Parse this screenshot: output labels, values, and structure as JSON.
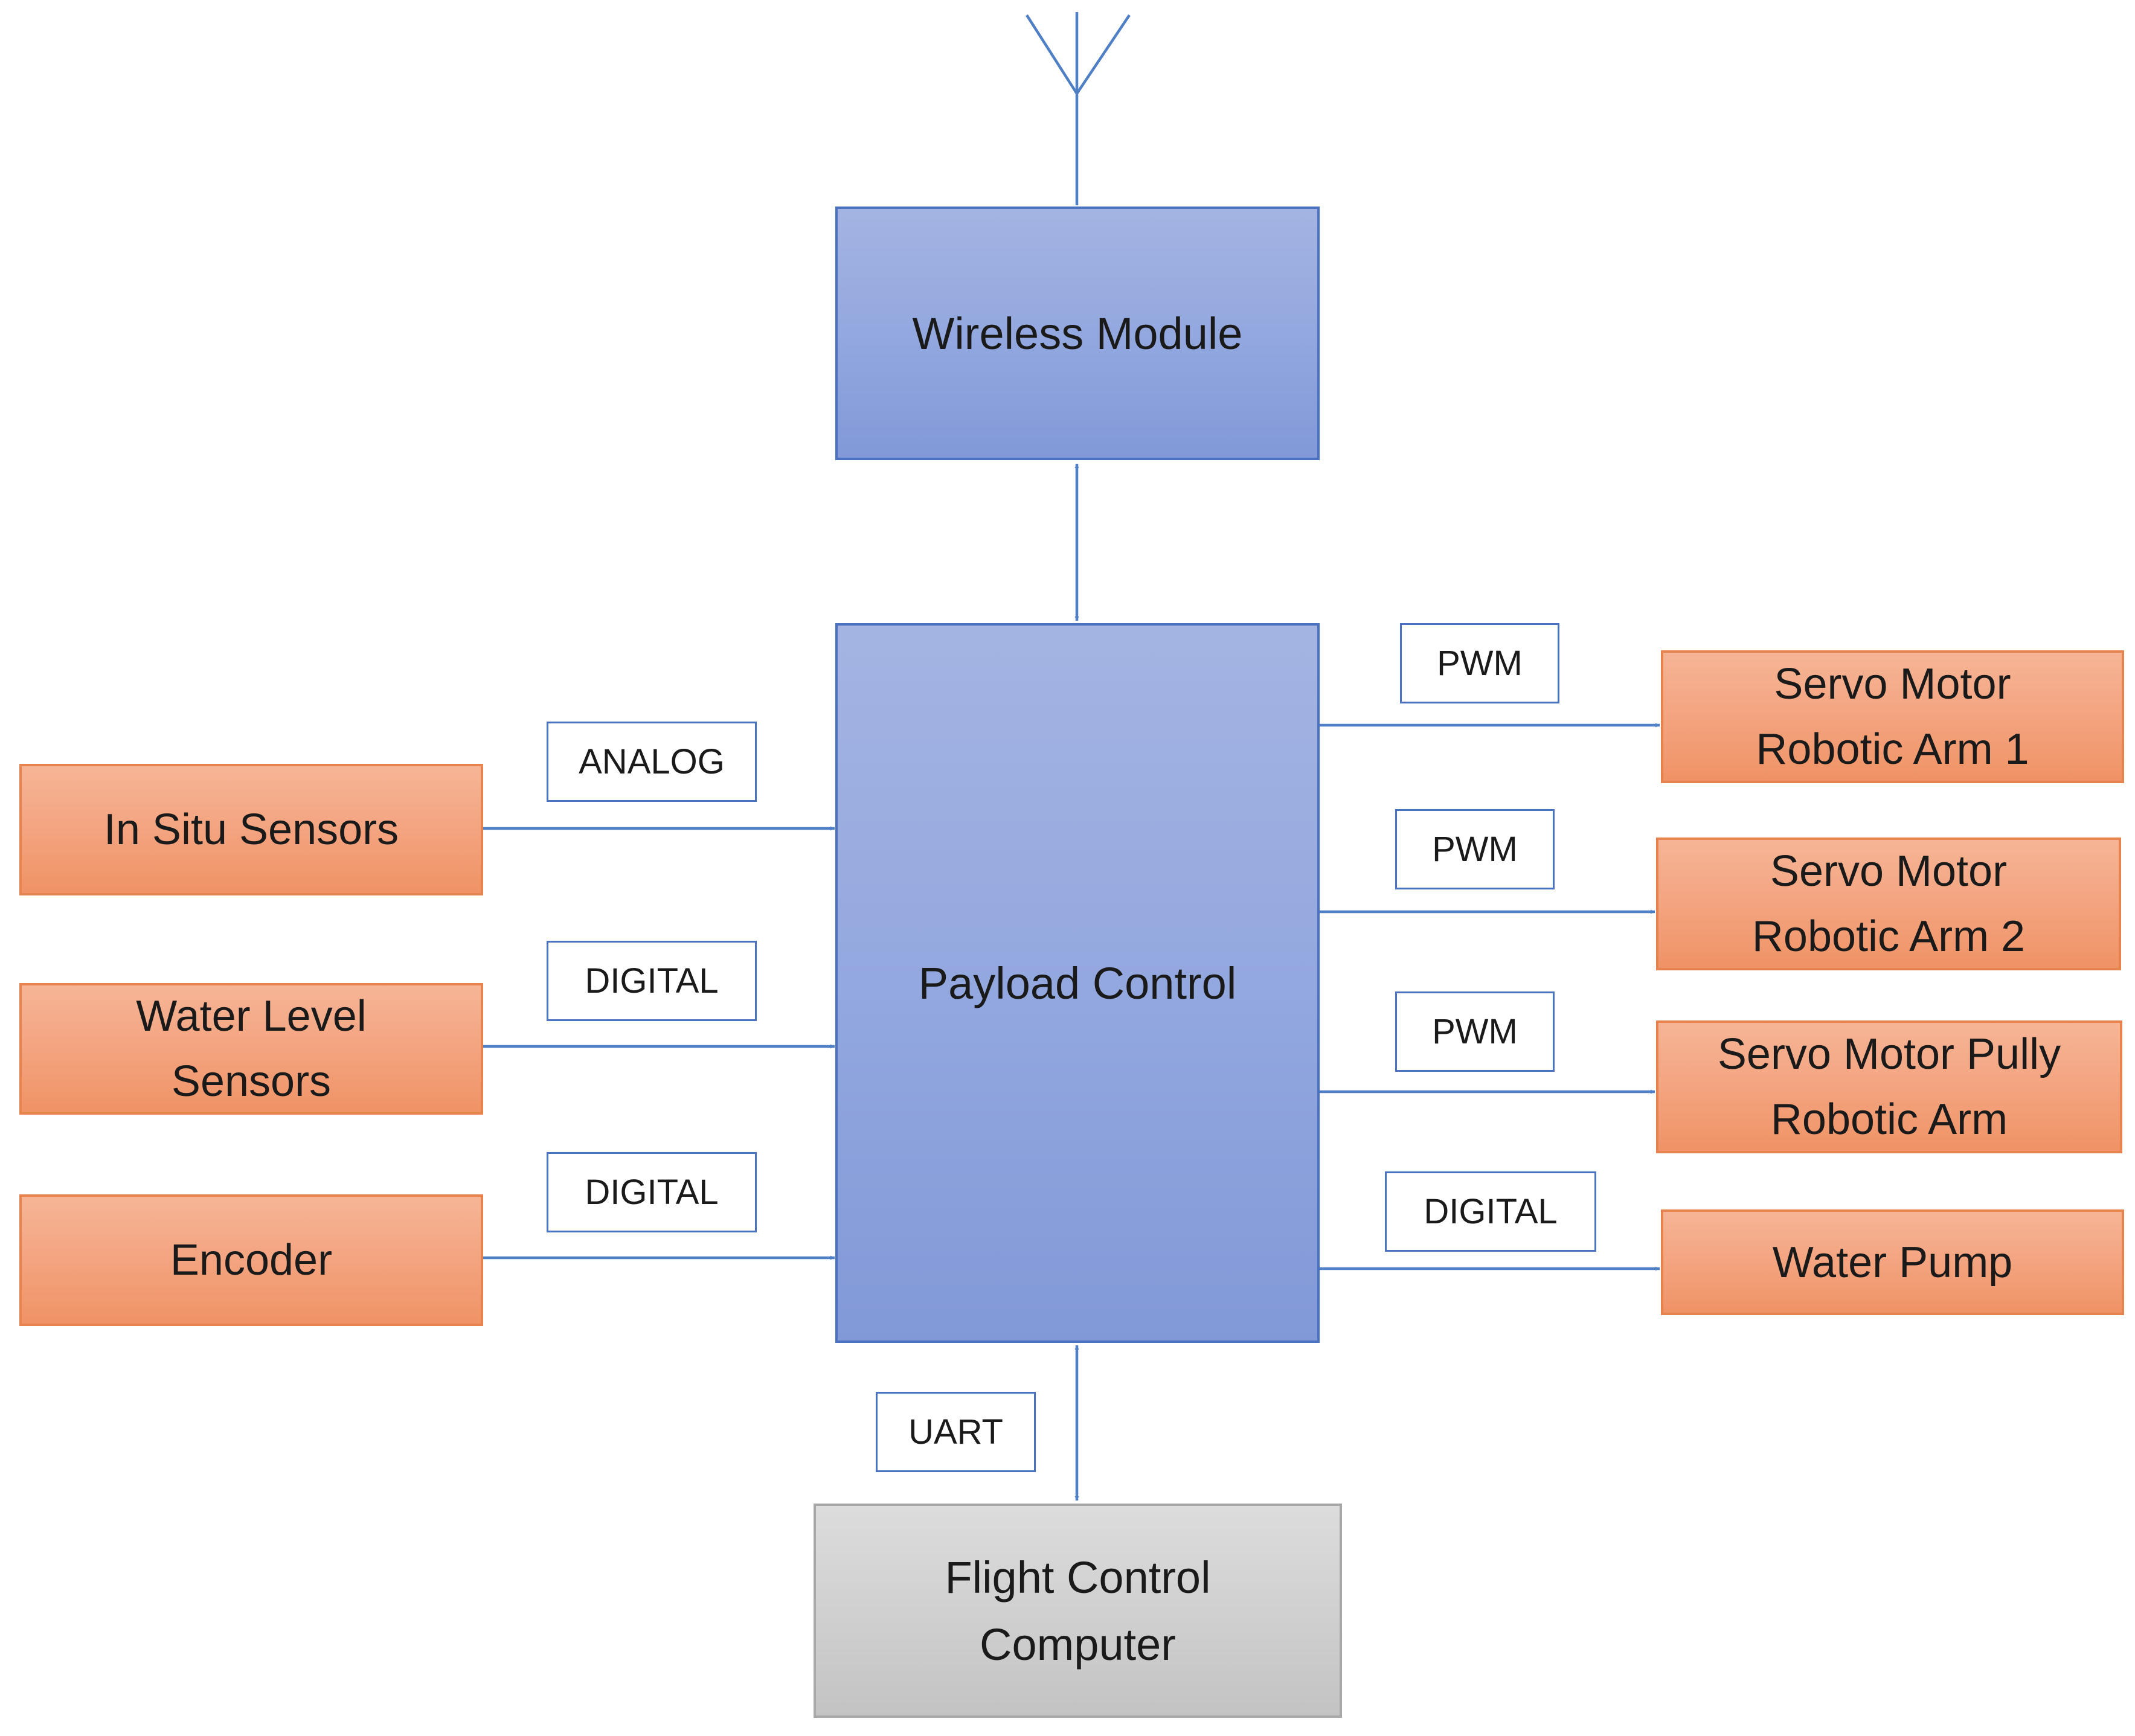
{
  "colors": {
    "connector": "#4f7fc4",
    "controller_fill": "#93a8df",
    "controller_border": "#4a72c0",
    "peripheral_fill": "#f3a27d",
    "peripheral_border": "#e6834f",
    "computer_fill": "#cfcfcf",
    "computer_border": "#a8a8a8"
  },
  "icons": {
    "antenna": "antenna-icon"
  },
  "blocks": {
    "wireless_module": {
      "label": "Wireless Module"
    },
    "payload_control": {
      "label": "Payload Control"
    },
    "flight_control_computer": {
      "lines": [
        "Flight Control",
        "Computer"
      ]
    },
    "in_situ_sensors": {
      "label": "In Situ Sensors"
    },
    "water_level_sensors": {
      "lines": [
        "Water Level",
        "Sensors"
      ]
    },
    "encoder": {
      "label": "Encoder"
    },
    "servo_motor_arm_1": {
      "lines": [
        "Servo Motor",
        "Robotic Arm 1"
      ]
    },
    "servo_motor_arm_2": {
      "lines": [
        "Servo Motor",
        "Robotic Arm 2"
      ]
    },
    "servo_motor_pully": {
      "lines": [
        "Servo Motor Pully",
        "Robotic Arm"
      ]
    },
    "water_pump": {
      "label": "Water Pump"
    }
  },
  "signals": {
    "in_situ": "ANALOG",
    "water_level": "DIGITAL",
    "encoder": "DIGITAL",
    "arm_1": "PWM",
    "arm_2": "PWM",
    "pully": "PWM",
    "pump": "DIGITAL",
    "flight_computer": "UART"
  }
}
